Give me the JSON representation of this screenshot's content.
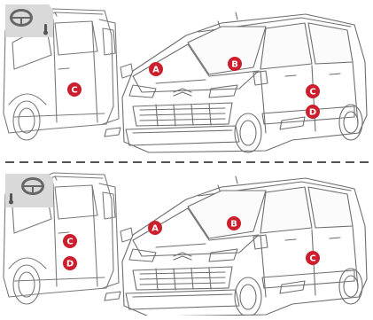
{
  "colors": {
    "marker": "#cc1f2d",
    "marker_text": "#ffffff",
    "line": "#6f6f6f",
    "light_line": "#a9a9a9",
    "panel_bg": "#d9d9d9",
    "badge_dark": "#666666",
    "dash": "#555555"
  },
  "icons": {
    "steering_badge": "steering-wheel-icon",
    "thermometer_badge": "thermometer-icon"
  },
  "panels": [
    {
      "name": "top",
      "markers": [
        {
          "id": "A",
          "label": "A"
        },
        {
          "id": "B",
          "label": "B"
        },
        {
          "id": "C_left",
          "label": "C"
        },
        {
          "id": "C_right",
          "label": "C"
        },
        {
          "id": "D_right",
          "label": "D"
        }
      ]
    },
    {
      "name": "bottom",
      "markers": [
        {
          "id": "A",
          "label": "A"
        },
        {
          "id": "B",
          "label": "B"
        },
        {
          "id": "C_left",
          "label": "C"
        },
        {
          "id": "D_left",
          "label": "D"
        },
        {
          "id": "C_right",
          "label": "C"
        }
      ]
    }
  ]
}
